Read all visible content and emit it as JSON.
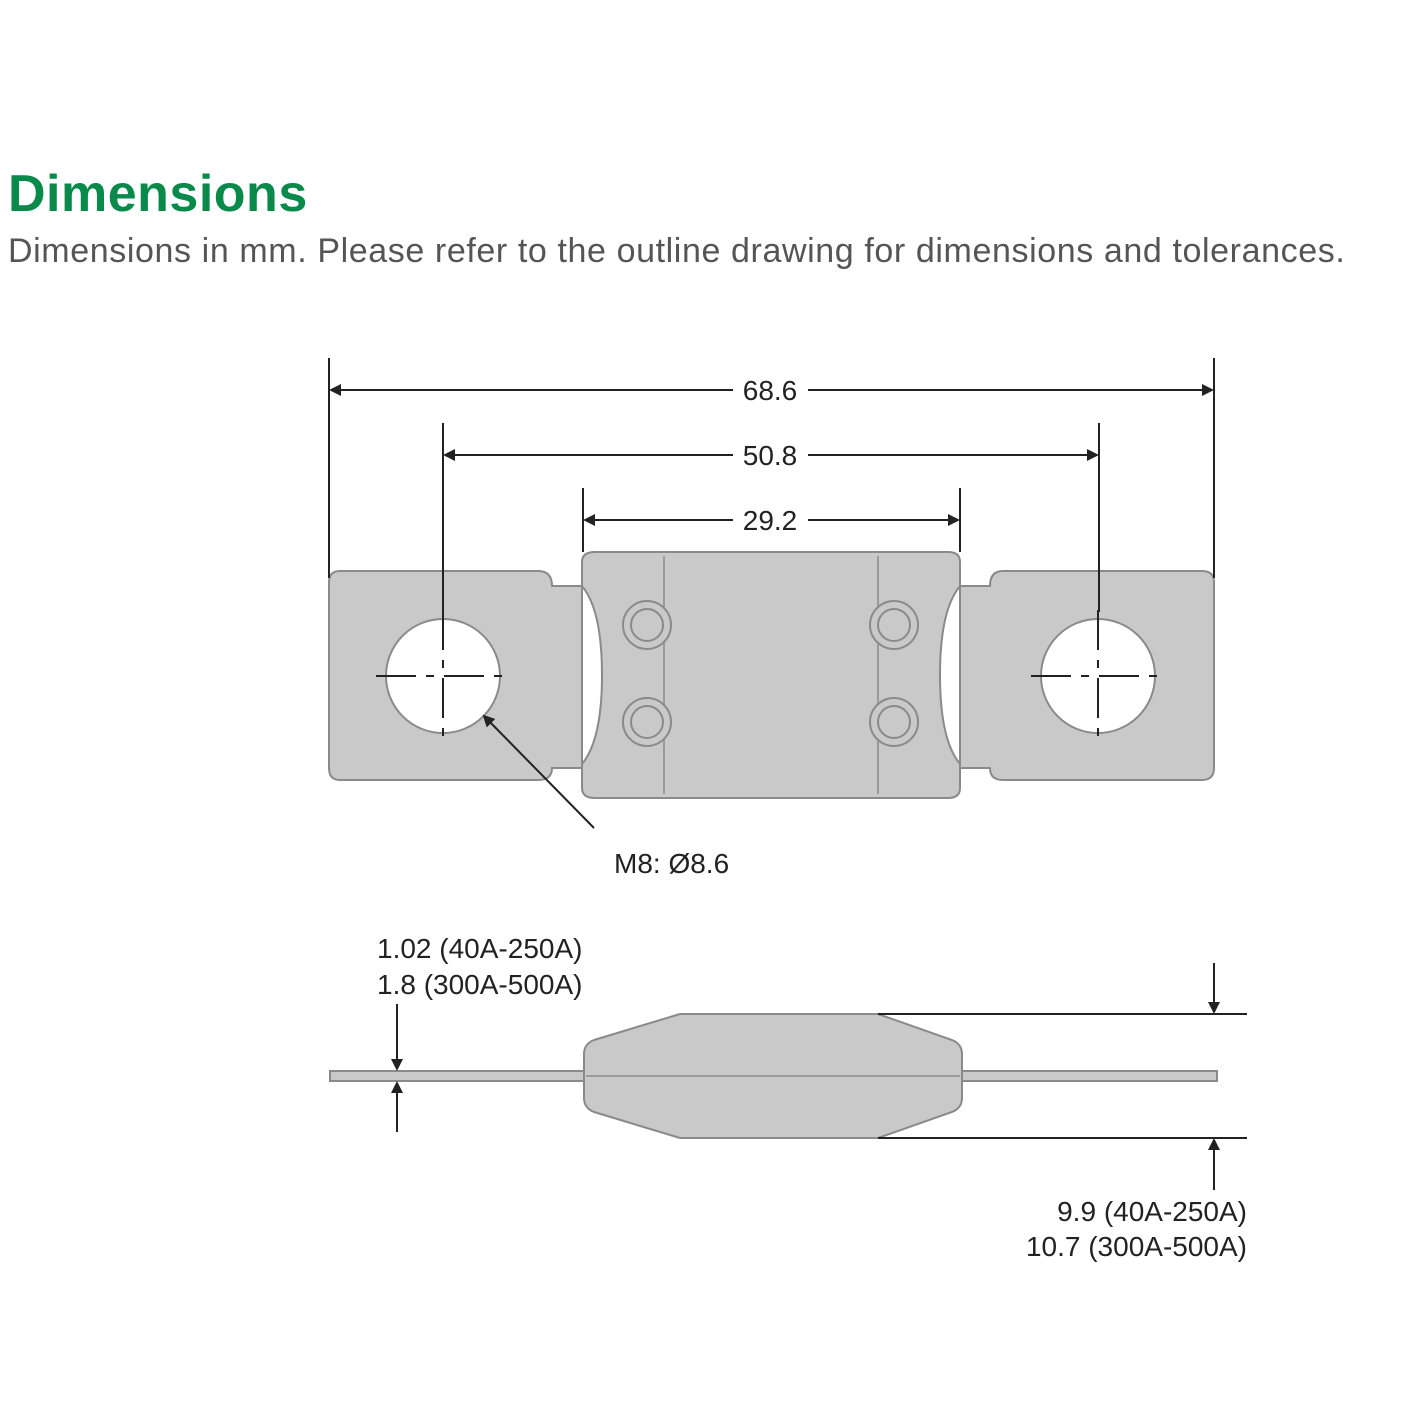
{
  "header": {
    "title": "Dimensions",
    "subtitle": "Dimensions in mm. Please refer to the outline drawing for dimensions and tolerances."
  },
  "top_view": {
    "overall_length": "68.6",
    "hole_spacing": "50.8",
    "body_length": "29.2",
    "hole_callout": "M8: Ø8.6"
  },
  "side_view": {
    "terminal_thickness_line1": "1.02 (40A-250A)",
    "terminal_thickness_line2": "1.8 (300A-500A)",
    "body_height_line1": "9.9 (40A-250A)",
    "body_height_line2": "10.7 (300A-500A)"
  },
  "colors": {
    "title_green": "#0a8a4a",
    "part_fill": "#c9c9c9",
    "part_stroke": "#8a8a8a",
    "line": "#222222"
  }
}
